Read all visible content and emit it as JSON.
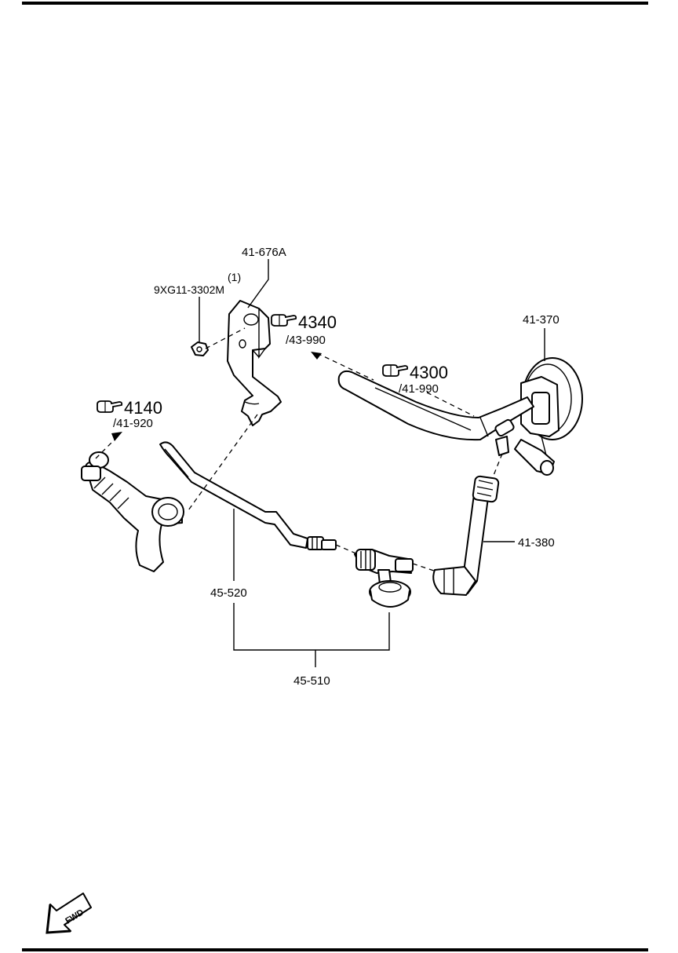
{
  "labels": {
    "bracket": "41-676A",
    "nut_qty": "(1)",
    "nut": "9XG11-3302M",
    "ref4340": "4340",
    "ref4340_sub": "/43-990",
    "ref4300": "4300",
    "ref4300_sub": "/41-990",
    "ref4140": "4140",
    "ref4140_sub": "/41-920",
    "reservoir": "41-370",
    "hose": "41-380",
    "pipe": "45-520",
    "assembly": "45-510",
    "fwd": "FWD"
  },
  "icons": [
    "hand-pointer-icon",
    "fwd-arrow-icon"
  ]
}
